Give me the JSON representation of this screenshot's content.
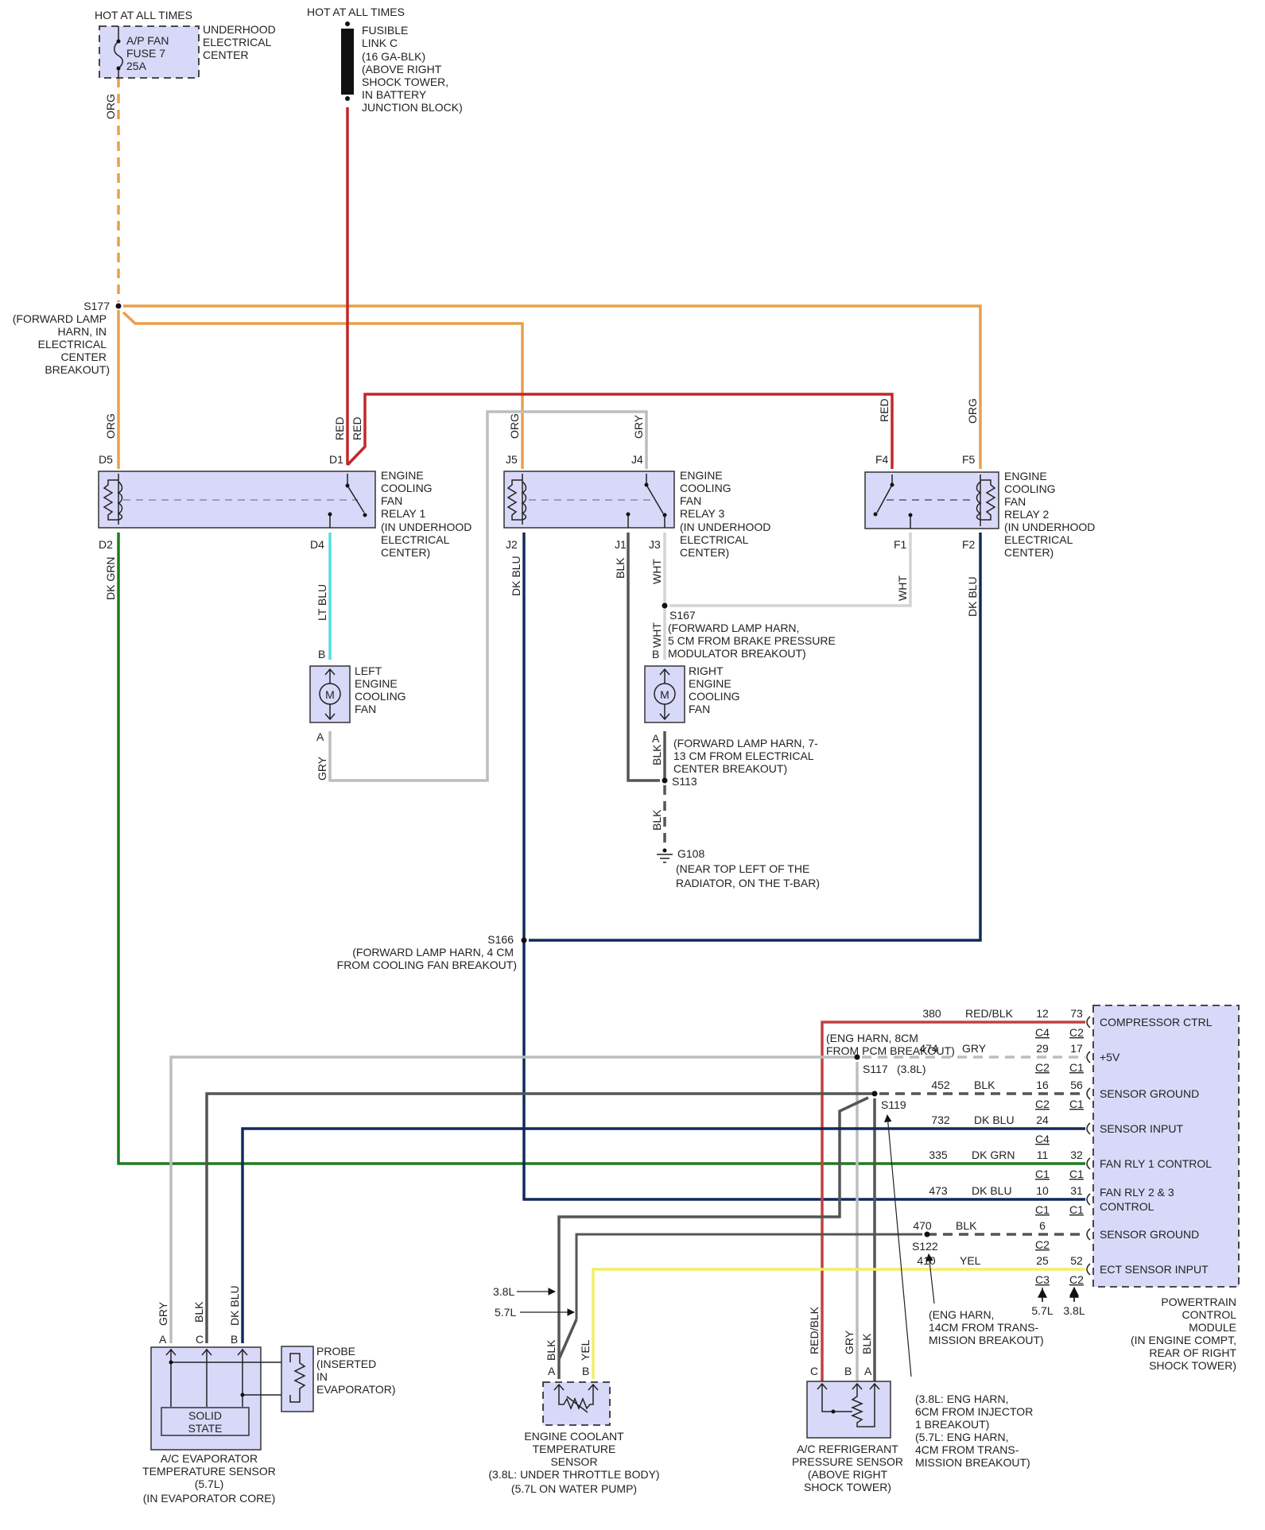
{
  "title": "Engine Cooling Fan Wiring Diagram",
  "colors": {
    "ORG": "#e8a04a",
    "RED": "#c0282a",
    "RED_BLK": "#c24040",
    "GRY": "#bdbdbd",
    "WHT": "#d4d4d4",
    "BLK": "#555555",
    "DK_GRN": "#1f7a1f",
    "DK_BLU": "#102b5c",
    "LT_BLU": "#55dde8",
    "YEL": "#f2ef6a",
    "component_fill": "#d8d9f8"
  },
  "power": {
    "fuse_hot": "HOT AT ALL TIMES",
    "fuse_lines": [
      "A/P FAN",
      "FUSE 7",
      "25A"
    ],
    "fuse_location": [
      "UNDERHOOD",
      "ELECTRICAL",
      "CENTER"
    ],
    "link_hot": "HOT AT ALL TIMES",
    "link_lines": [
      "FUSIBLE",
      "LINK C",
      "(16 GA-BLK)",
      "(ABOVE RIGHT",
      "SHOCK TOWER,",
      "IN BATTERY",
      "JUNCTION BLOCK)"
    ]
  },
  "splices": {
    "s177": {
      "id": "S177",
      "desc": [
        "(FORWARD LAMP",
        "HARN, IN",
        "ELECTRICAL",
        "CENTER",
        "BREAKOUT)"
      ]
    },
    "s167": {
      "id": "S167",
      "desc": [
        "(FORWARD LAMP HARN,",
        "5 CM FROM BRAKE PRESSURE",
        "MODULATOR BREAKOUT)"
      ]
    },
    "s113": {
      "id": "S113",
      "desc": [
        "(FORWARD LAMP HARN, 7-",
        "13 CM FROM ELECTRICAL",
        "CENTER BREAKOUT)"
      ]
    },
    "g108": {
      "id": "G108",
      "desc": [
        "(NEAR TOP LEFT OF THE",
        "RADIATOR, ON THE T-BAR)"
      ]
    },
    "s166": {
      "id": "S166",
      "desc": [
        "(FORWARD LAMP HARN, 4 CM",
        "FROM COOLING FAN BREAKOUT)"
      ]
    },
    "s117": {
      "id": "S117",
      "note": "(3.8L)",
      "desc": [
        "(ENG HARN, 8CM",
        "FROM PCM BREAKOUT)"
      ]
    },
    "s119": {
      "id": "S119",
      "desc": [
        "(3.8L: ENG HARN,",
        "6CM FROM INJECTOR",
        "1 BREAKOUT)",
        "(5.7L: ENG HARN,",
        "4CM FROM TRANS-",
        "MISSION BREAKOUT)"
      ]
    },
    "s122": {
      "id": "S122",
      "desc": [
        "(ENG HARN,",
        "14CM FROM TRANS-",
        "MISSION BREAKOUT)"
      ]
    }
  },
  "relays": {
    "relay1": {
      "lines": [
        "ENGINE",
        "COOLING",
        "FAN",
        "RELAY 1",
        "(IN UNDERHOOD",
        "ELECTRICAL",
        "CENTER)"
      ],
      "pins": {
        "top_left": "D5",
        "top_right": "D1",
        "bottom_left": "D2",
        "bottom_right": "D4"
      }
    },
    "relay3": {
      "lines": [
        "ENGINE",
        "COOLING",
        "FAN",
        "RELAY 3",
        "(IN UNDERHOOD",
        "ELECTRICAL",
        "CENTER)"
      ],
      "pins": {
        "top_left": "J5",
        "top_right": "J4",
        "bottom_left": "J2",
        "bottom_mid": "J1",
        "bottom_right": "J3"
      }
    },
    "relay2": {
      "lines": [
        "ENGINE",
        "COOLING",
        "FAN",
        "RELAY 2",
        "(IN UNDERHOOD",
        "ELECTRICAL",
        "CENTER)"
      ],
      "pins": {
        "top_left": "F4",
        "top_right": "F5",
        "bottom_left": "F1",
        "bottom_right": "F2"
      }
    }
  },
  "fans": {
    "left": {
      "lines": [
        "LEFT",
        "ENGINE",
        "COOLING",
        "FAN"
      ],
      "pin_top": "B",
      "pin_bottom": "A",
      "motor": "M"
    },
    "right": {
      "lines": [
        "RIGHT",
        "ENGINE",
        "COOLING",
        "FAN"
      ],
      "pin_top": "B",
      "pin_bottom": "A",
      "motor": "M"
    }
  },
  "wire_labels": {
    "org": "ORG",
    "red": "RED",
    "gry": "GRY",
    "wht": "WHT",
    "blk": "BLK",
    "dk_grn": "DK GRN",
    "dk_blu": "DK BLU",
    "lt_blu": "LT BLU",
    "yel": "YEL",
    "red_blk": "RED/BLK"
  },
  "pcm": {
    "title": [
      "POWERTRAIN",
      "CONTROL",
      "MODULE",
      "(IN ENGINE COMPT,",
      "REAR OF RIGHT",
      "SHOCK TOWER)"
    ],
    "rows": [
      {
        "circuit": "380",
        "color": "RED/BLK",
        "pin_a": "12",
        "conn_a": "C4",
        "pin_b": "73",
        "conn_b": "C2",
        "function": [
          "COMPRESSOR CTRL"
        ]
      },
      {
        "circuit": "474",
        "color": "GRY",
        "pin_a": "29",
        "conn_a": "C2",
        "pin_b": "17",
        "conn_b": "C1",
        "function": [
          "+5V"
        ]
      },
      {
        "circuit": "452",
        "color": "BLK",
        "pin_a": "16",
        "conn_a": "C2",
        "pin_b": "56",
        "conn_b": "C1",
        "function": [
          "SENSOR GROUND"
        ]
      },
      {
        "circuit": "732",
        "color": "DK BLU",
        "pin_a": "24",
        "conn_a": "C4",
        "pin_b": "",
        "conn_b": "",
        "function": [
          "SENSOR INPUT"
        ]
      },
      {
        "circuit": "335",
        "color": "DK GRN",
        "pin_a": "11",
        "conn_a": "C1",
        "pin_b": "32",
        "conn_b": "C1",
        "function": [
          "FAN RLY 1 CONTROL"
        ]
      },
      {
        "circuit": "473",
        "color": "DK BLU",
        "pin_a": "10",
        "conn_a": "C1",
        "pin_b": "31",
        "conn_b": "C1",
        "function": [
          "FAN RLY 2 & 3",
          "CONTROL"
        ]
      },
      {
        "circuit": "470",
        "color": "BLK",
        "pin_a": "6",
        "conn_a": "C2",
        "pin_b": "",
        "conn_b": "",
        "function": [
          "SENSOR GROUND"
        ]
      },
      {
        "circuit": "410",
        "color": "YEL",
        "pin_a": "25",
        "conn_a": "C3",
        "pin_b": "52",
        "conn_b": "C2",
        "function": [
          "ECT SENSOR INPUT"
        ]
      }
    ],
    "engine_a": "5.7L",
    "engine_b": "3.8L"
  },
  "sensors": {
    "evap": {
      "title": [
        "A/C EVAPORATOR",
        "TEMPERATURE SENSOR",
        "(5.7L)",
        "(IN EVAPORATOR CORE)"
      ],
      "inner": [
        "SOLID",
        "STATE"
      ],
      "pins": [
        "A",
        "C",
        "B"
      ],
      "probe": [
        "PROBE",
        "(INSERTED",
        "IN",
        "EVAPORATOR)"
      ]
    },
    "ect": {
      "title": [
        "ENGINE COOLANT",
        "TEMPERATURE",
        "SENSOR",
        "(3.8L: UNDER THROTTLE BODY)",
        "(5.7L ON WATER PUMP)"
      ],
      "pins": [
        "A",
        "B"
      ],
      "engine_38": "3.8L",
      "engine_57": "5.7L"
    },
    "pressure": {
      "title": [
        "A/C REFRIGERANT",
        "PRESSURE SENSOR",
        "(ABOVE RIGHT",
        "SHOCK TOWER)"
      ],
      "pins": [
        "C",
        "B",
        "A"
      ]
    }
  }
}
